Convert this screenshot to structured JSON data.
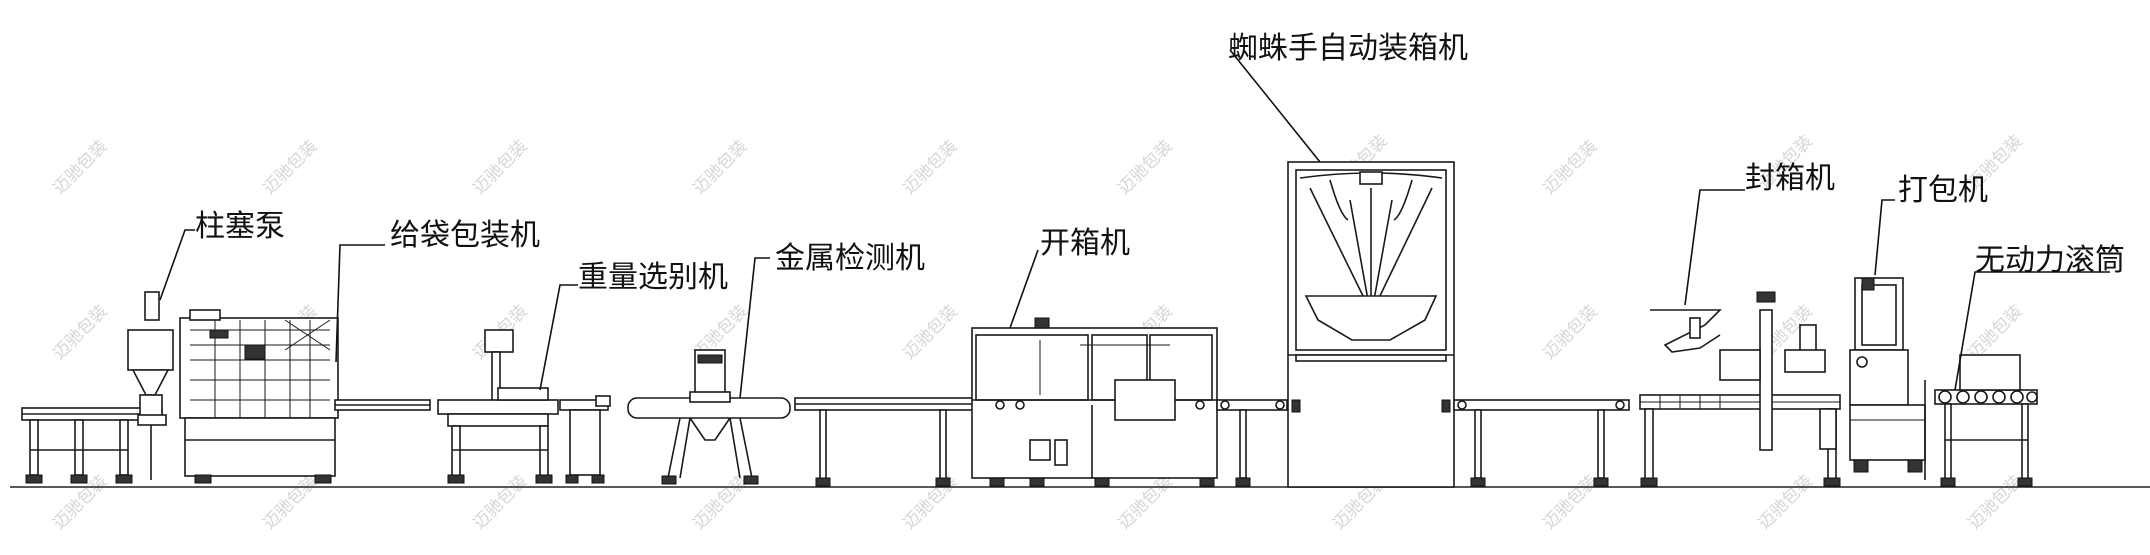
{
  "diagram": {
    "labels": {
      "plunger_pump": "柱塞泵",
      "bag_packer": "给袋包装机",
      "checkweigher": "重量选别机",
      "metal_detector": "金属检测机",
      "case_erector": "开箱机",
      "spider_packer": "蜘蛛手自动装箱机",
      "case_sealer": "封箱机",
      "strapping": "打包机",
      "roller_conveyor": "无动力滚筒"
    },
    "watermark": "迈驰包装"
  }
}
